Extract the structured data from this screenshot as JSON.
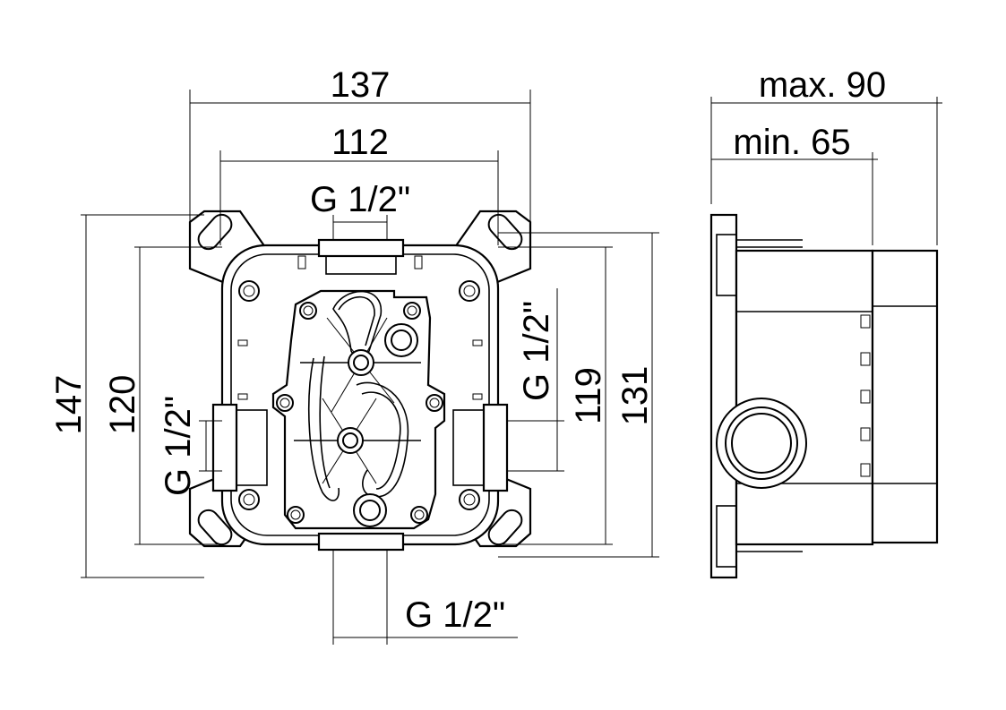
{
  "front_view": {
    "dim_width_outer": "137",
    "dim_width_inner": "112",
    "dim_height_outer": "147",
    "dim_height_inner": "120",
    "dim_height_right_inner": "119",
    "dim_height_right_outer": "131",
    "connection_top": "G 1/2\"",
    "connection_bottom": "G 1/2\"",
    "connection_left": "G 1/2\"",
    "connection_right": "G 1/2\""
  },
  "side_view": {
    "dim_depth_max": "max. 90",
    "dim_depth_min": "min. 65"
  }
}
